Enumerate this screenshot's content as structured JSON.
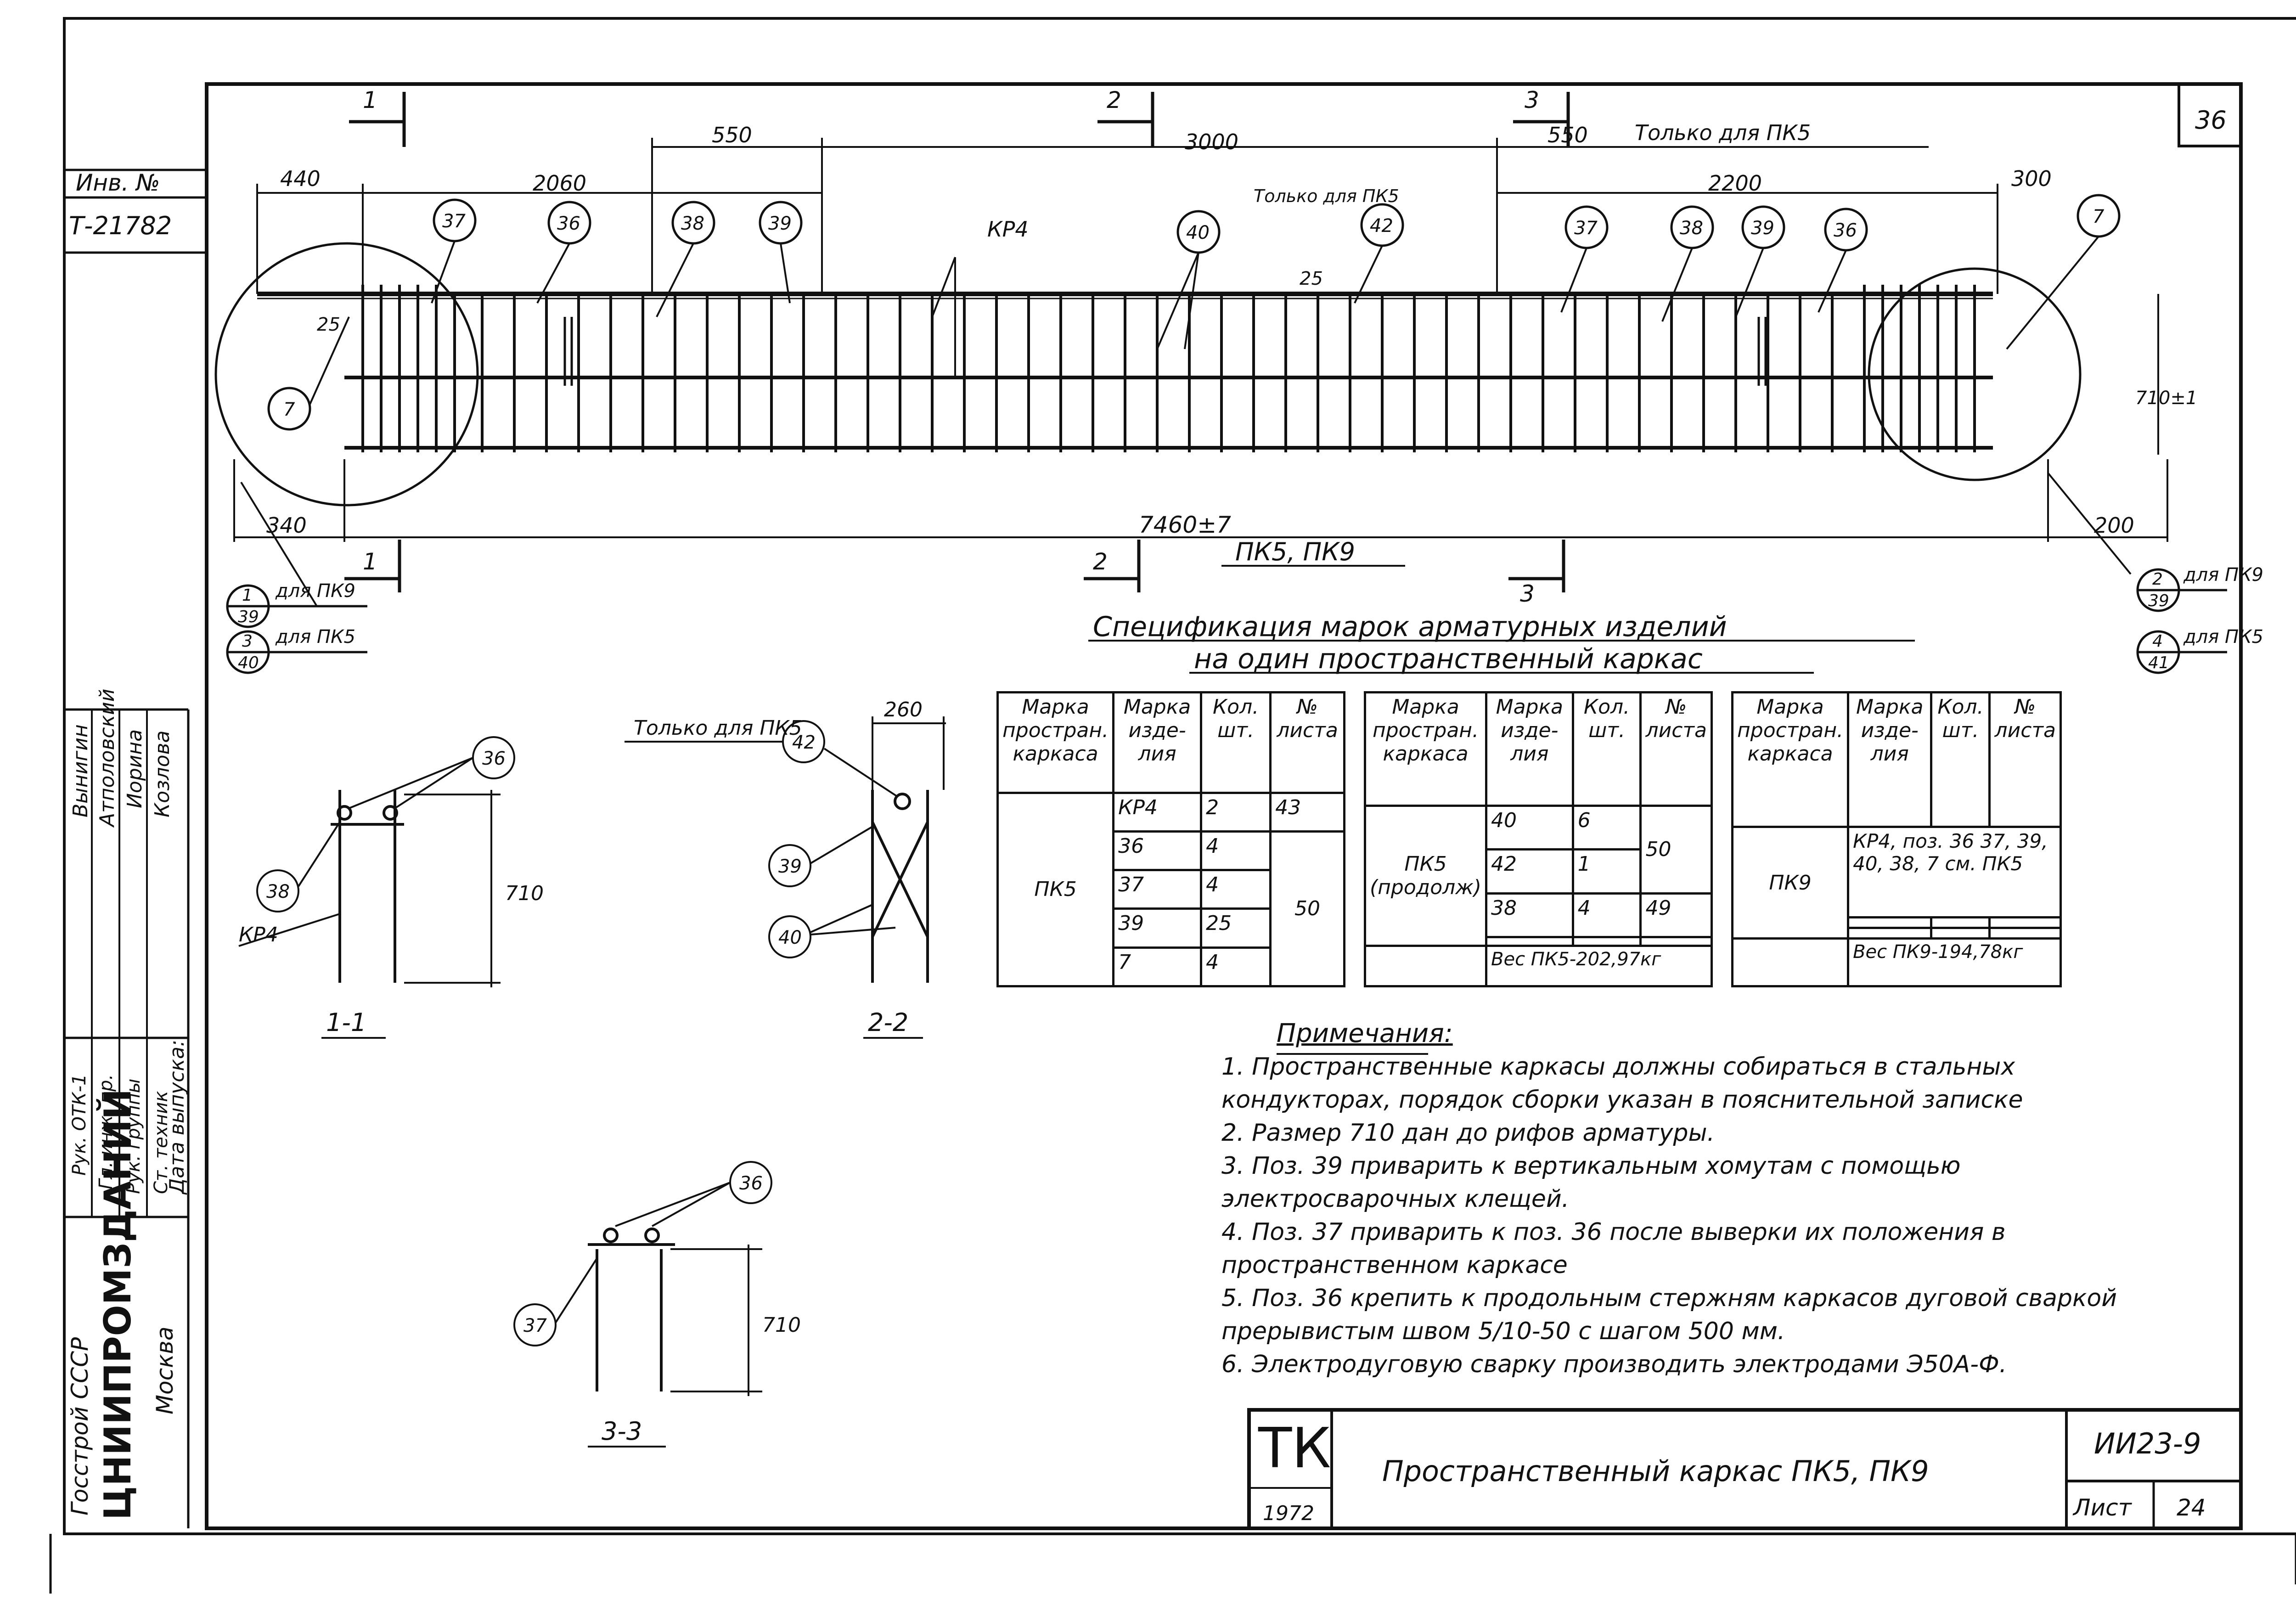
{
  "sheet": {
    "corner_number": "36",
    "inv_label": "Инв. №",
    "inv_value": "Т-21782",
    "doc_code": "ИИ23-9",
    "sheet_label": "Лист",
    "sheet_number": "24",
    "stamp_letters": "ТК",
    "stamp_year": "1972",
    "title": "Пространственный каркас ПК5, ПК9"
  },
  "side_stamp": {
    "names": [
      "Вынигин",
      "Атполовский",
      "Иорина",
      "Козлова"
    ],
    "roles": [
      "Рук. ОТК-1",
      "Гл. инж. пр.",
      "Рук. группы",
      "Ст. техник",
      "Дата выпуска:"
    ],
    "org_line1": "Госстрой СССР",
    "org_line2": "ЦНИИПРОМЗДАНИЙ",
    "org_line3": "Москва"
  },
  "drawing": {
    "dims_top": [
      "440",
      "2060",
      "550",
      "3000",
      "550",
      "2200",
      "300"
    ],
    "only_pk5_top": "Только для ПК5",
    "only_pk5_mid": "Только для ПК5",
    "kr4_label": "КР4",
    "dim_25_left": "25",
    "dim_25_mid": "25",
    "dim_710": "710±1",
    "dim_340": "340",
    "dim_total": "7460±7",
    "dim_200": "200",
    "caption": "ПК5, ПК9",
    "callouts": [
      "37",
      "36",
      "38",
      "39",
      "40",
      "42",
      "37",
      "38",
      "39",
      "36",
      "7",
      "7"
    ],
    "section_marks": [
      "1",
      "2",
      "3",
      "1",
      "2",
      "3"
    ],
    "ref_left_1": {
      "top": "1",
      "bottom": "39",
      "text": "для ПК9"
    },
    "ref_left_2": {
      "top": "3",
      "bottom": "40",
      "text": "для ПК5"
    },
    "ref_right_1": {
      "top": "2",
      "bottom": "39",
      "text": "для ПК9"
    },
    "ref_right_2": {
      "top": "4",
      "bottom": "41",
      "text": "для ПК5"
    }
  },
  "sections": {
    "s11": {
      "label": "1-1",
      "callout_top": "36",
      "callout_left": "38",
      "kr4": "КР4",
      "height": "710"
    },
    "s22": {
      "label": "2-2",
      "only": "Только для ПК5",
      "width": "260",
      "callout_top": "42",
      "callout_mid": "39",
      "callout_low": "40"
    },
    "s33": {
      "label": "3-3",
      "callout_top": "36",
      "callout_left": "37",
      "height": "710"
    }
  },
  "spec": {
    "title_line1": "Спецификация марок арматурных изделий",
    "title_line2": "на один пространственный каркас",
    "headers": [
      "Марка простран. каркаса",
      "Марка изде- лия",
      "Кол. шт.",
      "№ листа"
    ],
    "t1": {
      "mark": "ПК5",
      "rows": [
        [
          "КР4",
          "2",
          "43"
        ],
        [
          "36",
          "4",
          ""
        ],
        [
          "37",
          "4",
          "50"
        ],
        [
          "39",
          "25",
          ""
        ],
        [
          "7",
          "4",
          ""
        ]
      ]
    },
    "t2": {
      "mark": "ПК5 (продолж)",
      "rows": [
        [
          "40",
          "6",
          "50"
        ],
        [
          "42",
          "1",
          ""
        ],
        [
          "38",
          "4",
          "49"
        ],
        [
          "",
          "",
          ""
        ]
      ],
      "weight": "Вес ПК5-202,97кг"
    },
    "t3": {
      "mark": "ПК9",
      "content": "КР4, поз. 36 37, 39, 40, 38, 7 см. ПК5",
      "weight": "Вес ПК9-194,78кг"
    }
  },
  "notes": {
    "header": "Примечания:",
    "items": [
      "1. Пространственные каркасы должны собираться в стальных кондукторах, порядок сборки указан в пояснительной записке",
      "2. Размер 710 дан до рифов арматуры.",
      "3. Поз. 39 приварить к вертикальным хомутам с помощью электросварочных клещей.",
      "4. Поз. 37 приварить к поз. 36 после выверки их положения в пространственном каркасе",
      "5. Поз. 36 крепить к продольным стержням каркасов дуговой сваркой прерывистым швом 5/10-50 с шагом 500 мм.",
      "6. Электродуговую сварку производить электродами Э50А-Ф."
    ]
  }
}
